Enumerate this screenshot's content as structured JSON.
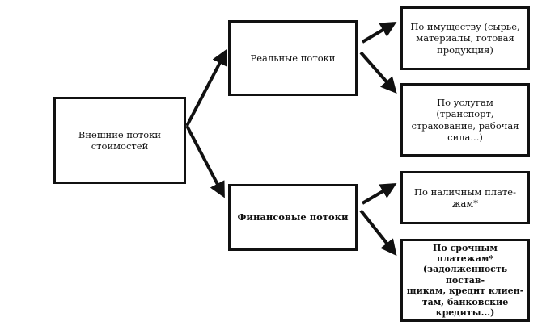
{
  "diagram": {
    "root": {
      "label": "Внешние потоки\nстоимостей"
    },
    "level1": [
      {
        "id": "real",
        "label": "Реальные потоки"
      },
      {
        "id": "fin",
        "label": "Финансовые потоки"
      }
    ],
    "level2": [
      {
        "parent": "real",
        "label": "По имуществу (сырье,\nматериалы, готовая\nпродукция)"
      },
      {
        "parent": "real",
        "label": "По услугам\n(транспорт,\nстрахование, рабочая\nсила...)"
      },
      {
        "parent": "fin",
        "label": "По наличным плате-\nжам*"
      },
      {
        "parent": "fin",
        "label": "По срочным платежам*\n(задолженность постав-\nщикам, кредит клиен-\nтам, банковские\nкредиты...)"
      }
    ],
    "edges": [
      {
        "from": "Внешние потоки стоимостей",
        "to": "Реальные потоки"
      },
      {
        "from": "Внешние потоки стоимостей",
        "to": "Финансовые потоки"
      },
      {
        "from": "Реальные потоки",
        "to": "По имуществу"
      },
      {
        "from": "Реальные потоки",
        "to": "По услугам"
      },
      {
        "from": "Финансовые потоки",
        "to": "По наличным платежам"
      },
      {
        "from": "Финансовые потоки",
        "to": "По срочным платежам"
      }
    ]
  }
}
